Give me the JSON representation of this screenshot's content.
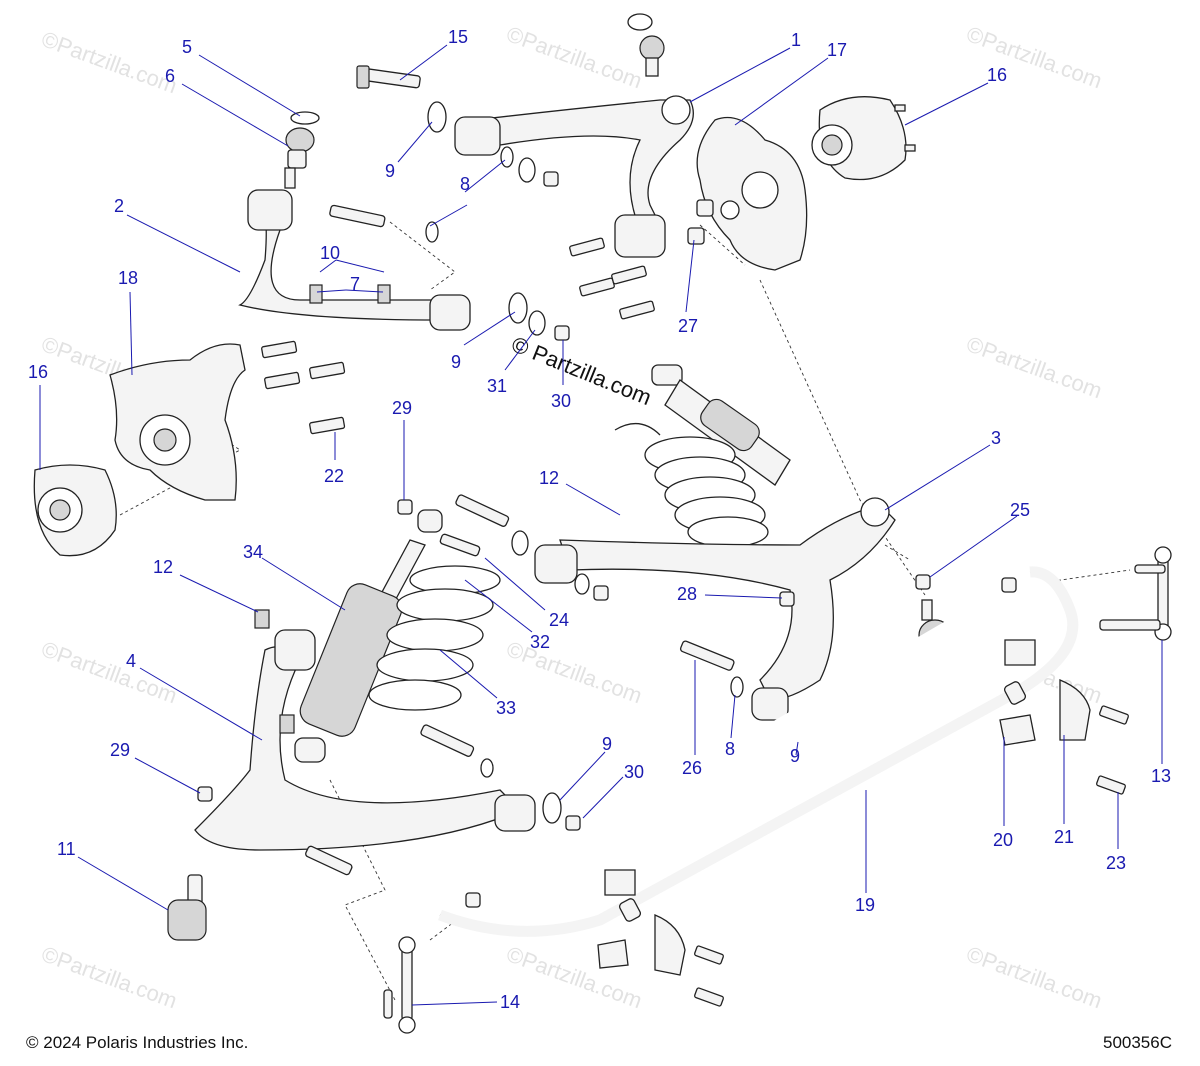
{
  "watermark": "©Partzilla.com",
  "center_watermark": "© Partzilla.com",
  "footer": {
    "copyright": "© 2024 Polaris Industries Inc.",
    "diagram_number": "500356C"
  },
  "callouts": {
    "c1": "1",
    "c2": "2",
    "c3": "3",
    "c4": "4",
    "c5": "5",
    "c6": "6",
    "c7": "7",
    "c8a": "8",
    "c8b": "8",
    "c9a": "9",
    "c9b": "9",
    "c9c": "9",
    "c9d": "9",
    "c10": "10",
    "c11": "11",
    "c12a": "12",
    "c12b": "12",
    "c13": "13",
    "c14": "14",
    "c15": "15",
    "c16a": "16",
    "c16b": "16",
    "c17": "17",
    "c18": "18",
    "c19": "19",
    "c20": "20",
    "c21": "21",
    "c22": "22",
    "c23": "23",
    "c24": "24",
    "c25": "25",
    "c26": "26",
    "c27": "27",
    "c28": "28",
    "c29a": "29",
    "c29b": "29",
    "c30a": "30",
    "c30b": "30",
    "c31": "31",
    "c32": "32",
    "c33": "33",
    "c34": "34"
  },
  "colors": {
    "callout": "#1a1ab0",
    "line": "#222222",
    "watermark": "#e2e2e2"
  }
}
